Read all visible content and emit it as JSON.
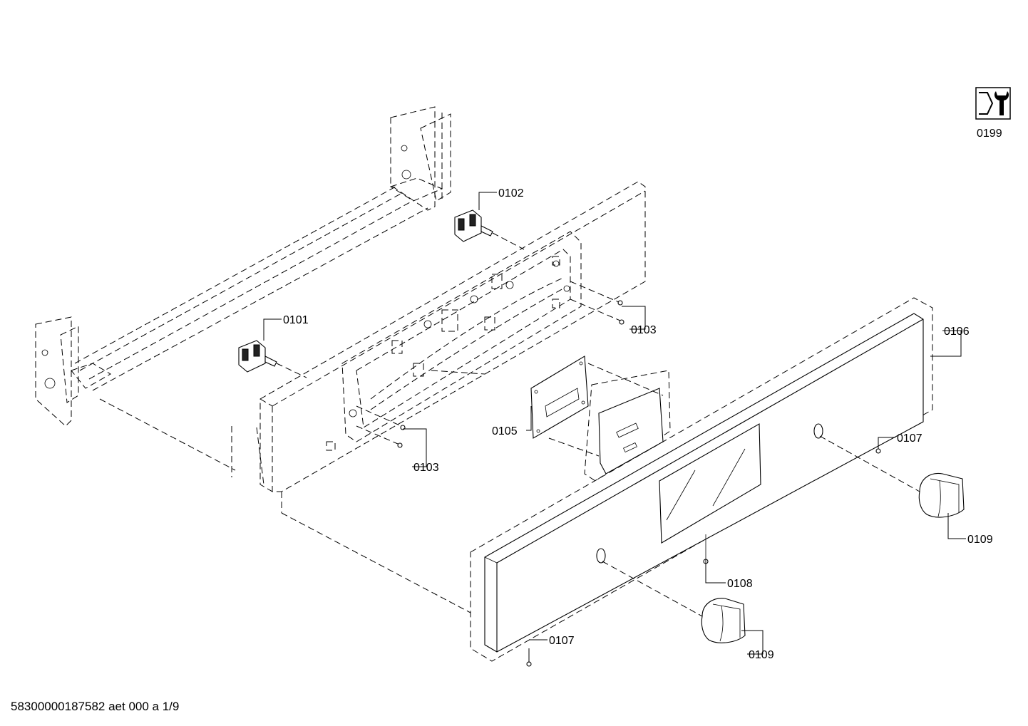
{
  "callouts": {
    "p0101": "0101",
    "p0102": "0102",
    "p0103a": "0103",
    "p0103b": "0103",
    "p0105": "0105",
    "p0106": "0106",
    "p0107a": "0107",
    "p0107b": "0107",
    "p0108": "0108",
    "p0109a": "0109",
    "p0109b": "0109",
    "p0199": "0199"
  },
  "footer": {
    "document_id": "58300000187582 aet 000 a 1/9"
  },
  "icons": {
    "tool": "wrench-nut-icon"
  }
}
